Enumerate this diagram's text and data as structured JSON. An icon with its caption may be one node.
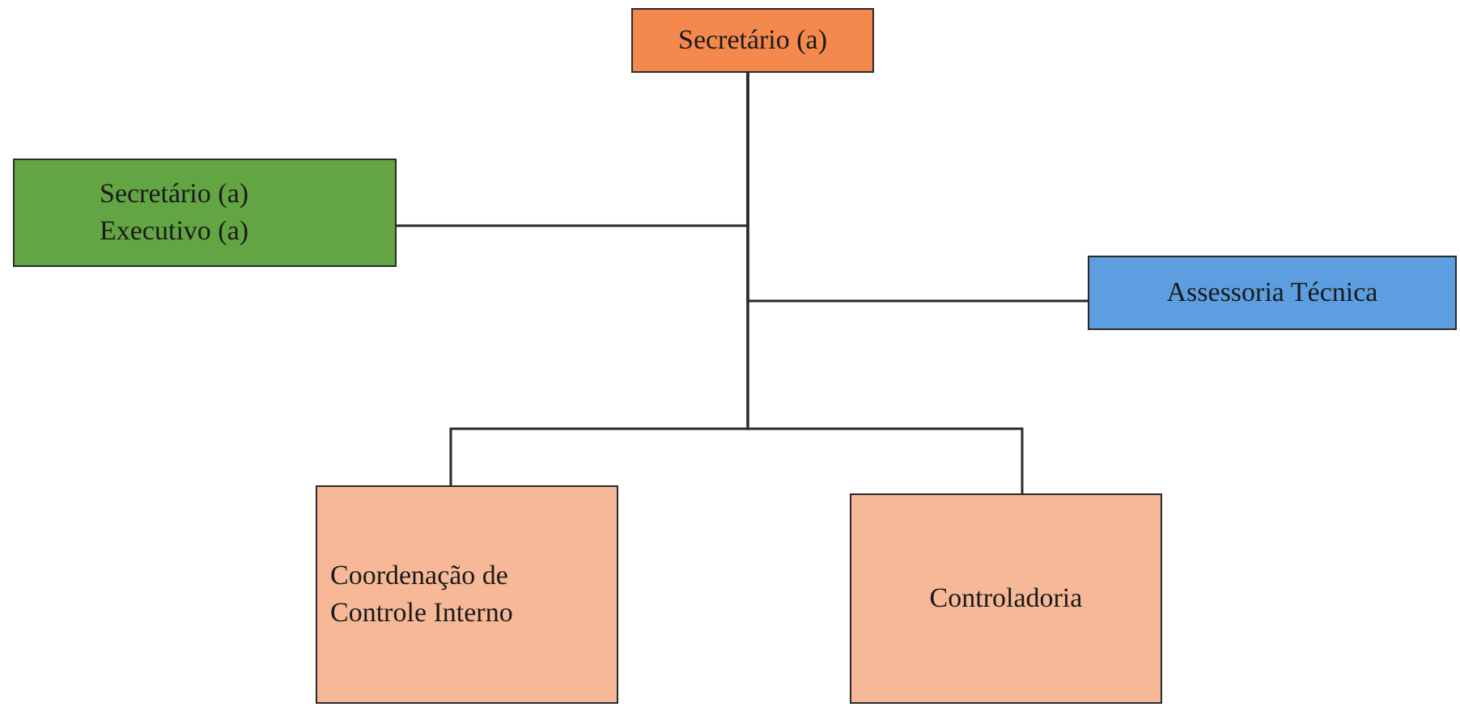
{
  "diagram": {
    "nodes": [
      {
        "text": [
          "Secretário (a)"
        ]
      },
      {
        "text": [
          "Secretário (a) Executivo (a)"
        ]
      },
      {
        "text": [
          "Assessoria Técnica"
        ]
      },
      {
        "text": [
          "Coordenação de Controle Interno"
        ]
      },
      {
        "text": [
          "Controladoria"
        ]
      }
    ],
    "edges": [
      {
        "from": 0,
        "to": 1,
        "arrow": "none"
      },
      {
        "from": 0,
        "to": 2,
        "arrow": "none"
      },
      {
        "from": 0,
        "to": 3,
        "arrow": "none"
      },
      {
        "from": 0,
        "to": 4,
        "arrow": "none"
      }
    ]
  }
}
